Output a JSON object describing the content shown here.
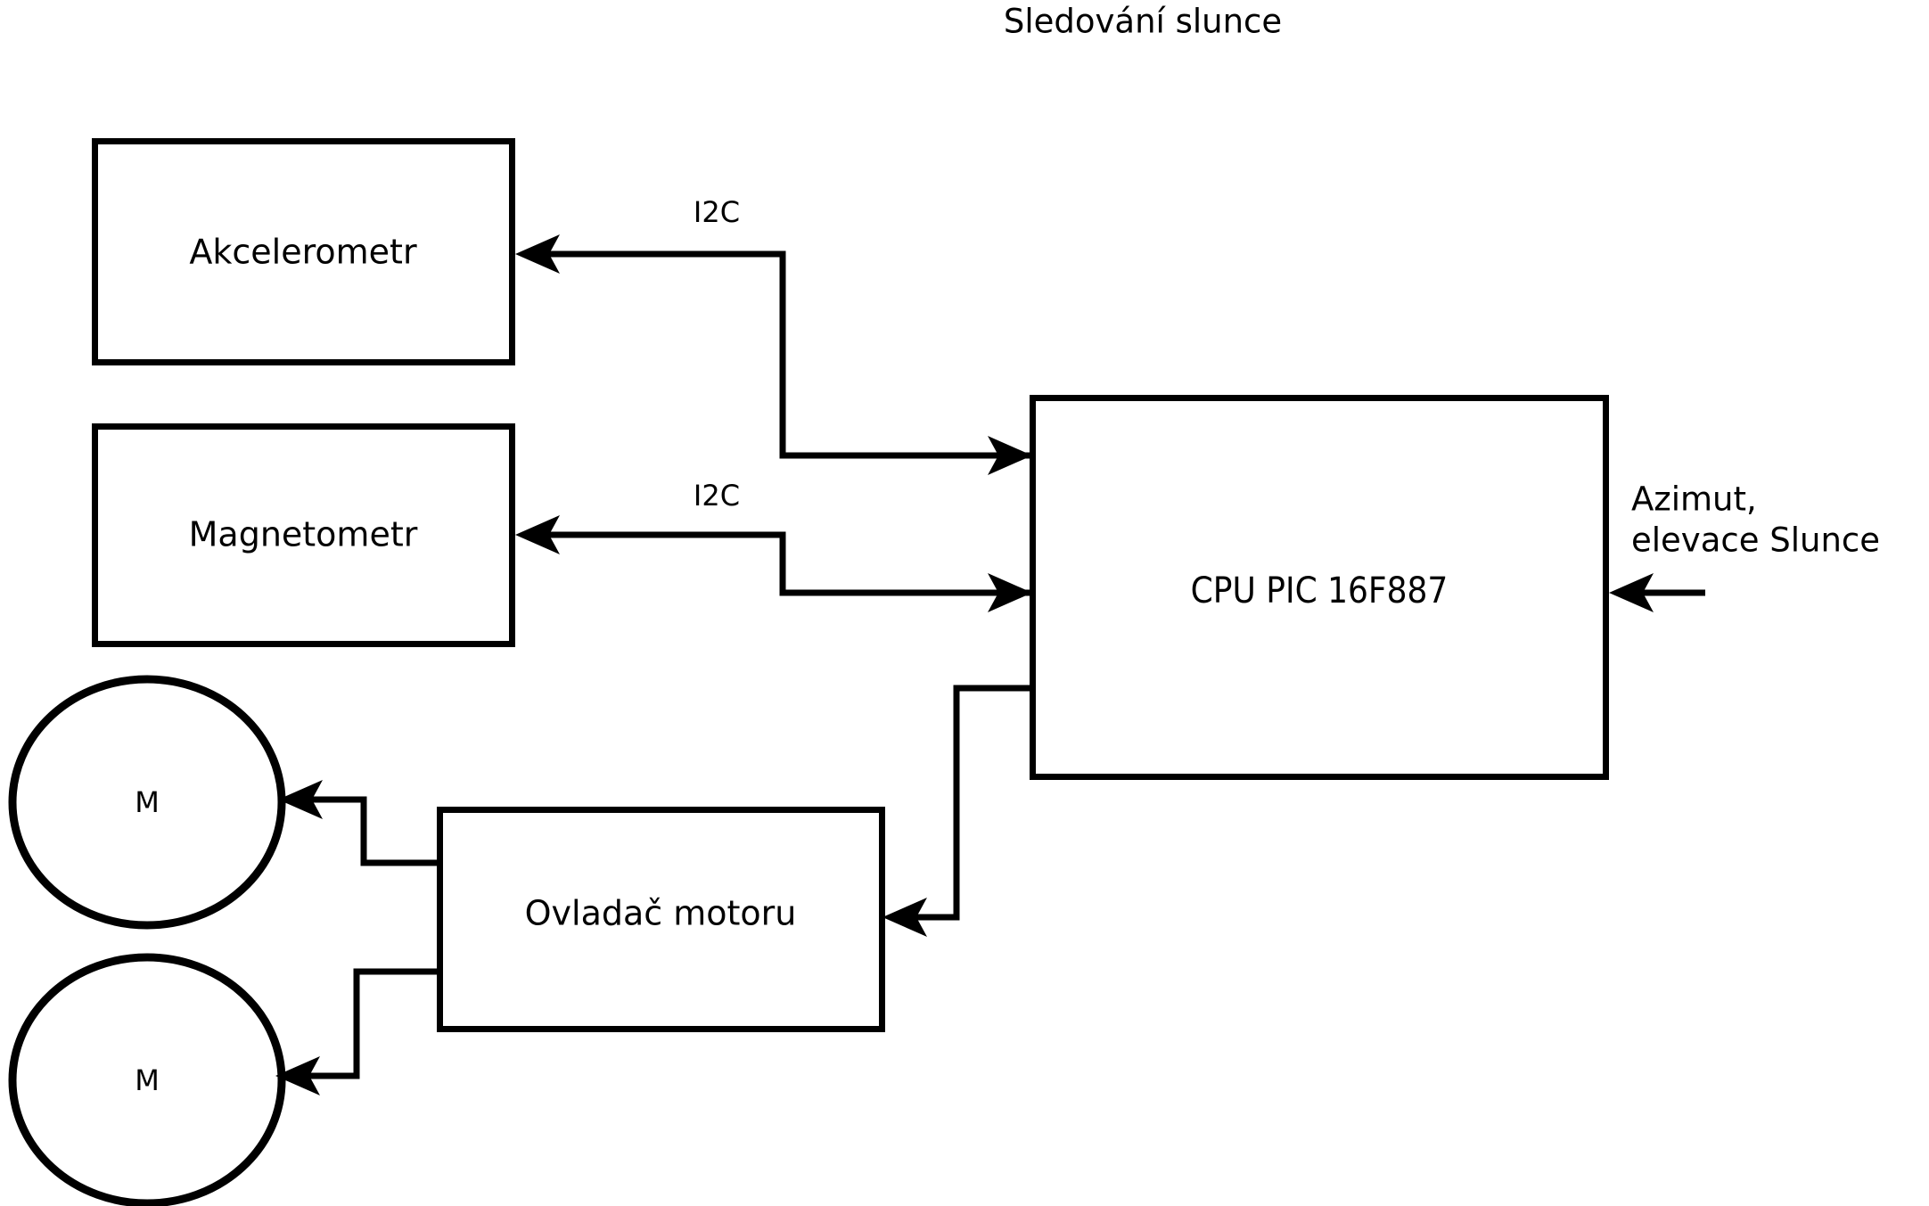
{
  "diagram": {
    "title": "Sledování slunce",
    "nodes": [
      {
        "id": "akcelerometr",
        "label": "Akcelerometr",
        "shape": "rect"
      },
      {
        "id": "magnetometr",
        "label": "Magnetometr",
        "shape": "rect"
      },
      {
        "id": "cpu",
        "label": "CPU PIC 16F887",
        "shape": "rect"
      },
      {
        "id": "ovladac",
        "label": "Ovladač motoru",
        "shape": "rect"
      },
      {
        "id": "motor-top",
        "label": "M",
        "shape": "ellipse"
      },
      {
        "id": "motor-bottom",
        "label": "M",
        "shape": "ellipse"
      }
    ],
    "edge_labels": {
      "i2c_accel": "I2C",
      "i2c_mag": "I2C"
    },
    "external_input": {
      "line1": "Azimut,",
      "line2": "elevace Slunce"
    },
    "colors": {
      "stroke": "#000000",
      "fill": "#ffffff",
      "text": "#000000"
    }
  }
}
